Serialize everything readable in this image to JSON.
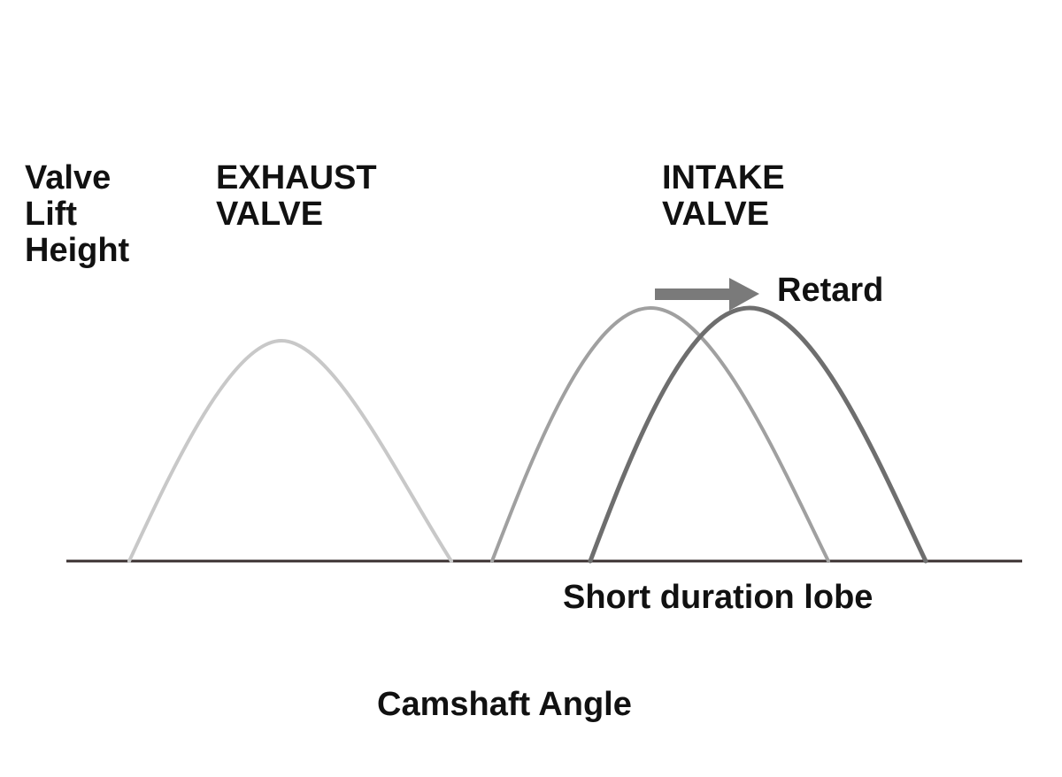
{
  "y_axis_label": [
    "Valve",
    "Lift",
    "Height"
  ],
  "exhaust_label": [
    "EXHAUST",
    "VALVE"
  ],
  "intake_label": [
    "INTAKE",
    "VALVE"
  ],
  "retard_label": "Retard",
  "short_lobe_label": "Short duration lobe",
  "x_axis_label": "Camshaft Angle",
  "colors": {
    "baseline": "#3a3030",
    "exhaust_curve": "#c8c8c8",
    "intake_curve": "#a0a0a0",
    "retarded_curve": "#6e6e6e",
    "arrow": "#7a7a7a",
    "text": "#111111"
  }
}
